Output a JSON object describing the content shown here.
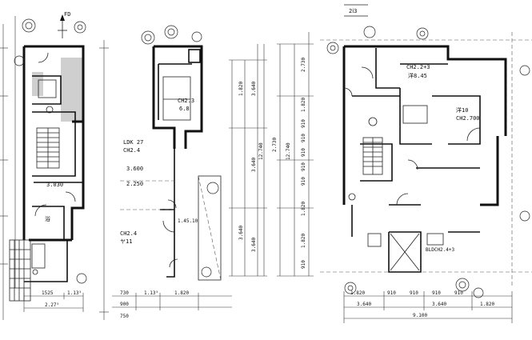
{
  "north_label": "FD",
  "stamp_text": "2ⅰ3",
  "labels": {
    "ldk": "LDK 27",
    "ldk_ch": "CH2.4",
    "upper_room": "CH2.3",
    "upper_room_2": "6.8",
    "lower_room": "CH2.4",
    "lower_room_2": "ヤ11",
    "right_top": "CH2.2+3",
    "right_top_2": "洋8.45",
    "right_mid": "洋10",
    "right_mid_2": "CH2.700",
    "right_bottom": "BLDCH2.4+3",
    "wc": "浴",
    "mid_note": "3.600",
    "mid_note_2": "2.250",
    "left_note": "3.030",
    "sub_note": "1.45.10"
  },
  "dims_bottom": [
    "1525",
    "1.13⁵",
    "2.27⁵"
  ],
  "dims_bottom_mid": [
    "730",
    "1.13⁵",
    "1.820"
  ],
  "dims_bottom_mid_2": [
    "900",
    "750"
  ],
  "dims_right_bottom": [
    "1.820",
    "910",
    "910",
    "910",
    "910"
  ],
  "dims_right_bottom_2": [
    "3.640",
    "3.640",
    "1.820"
  ],
  "dims_right_total": "9.100",
  "dims_vert_a": [
    "1.820",
    "3.640"
  ],
  "dims_vert_b": [
    "2.730",
    "1.820",
    "910",
    "910",
    "910",
    "2.730",
    "910",
    "910",
    "1.820",
    "1.820",
    "910"
  ],
  "dims_vert_c": [
    "12.740",
    "3.640",
    "3.640",
    "3.640"
  ],
  "dims_vert_d": [
    "12.740"
  ]
}
